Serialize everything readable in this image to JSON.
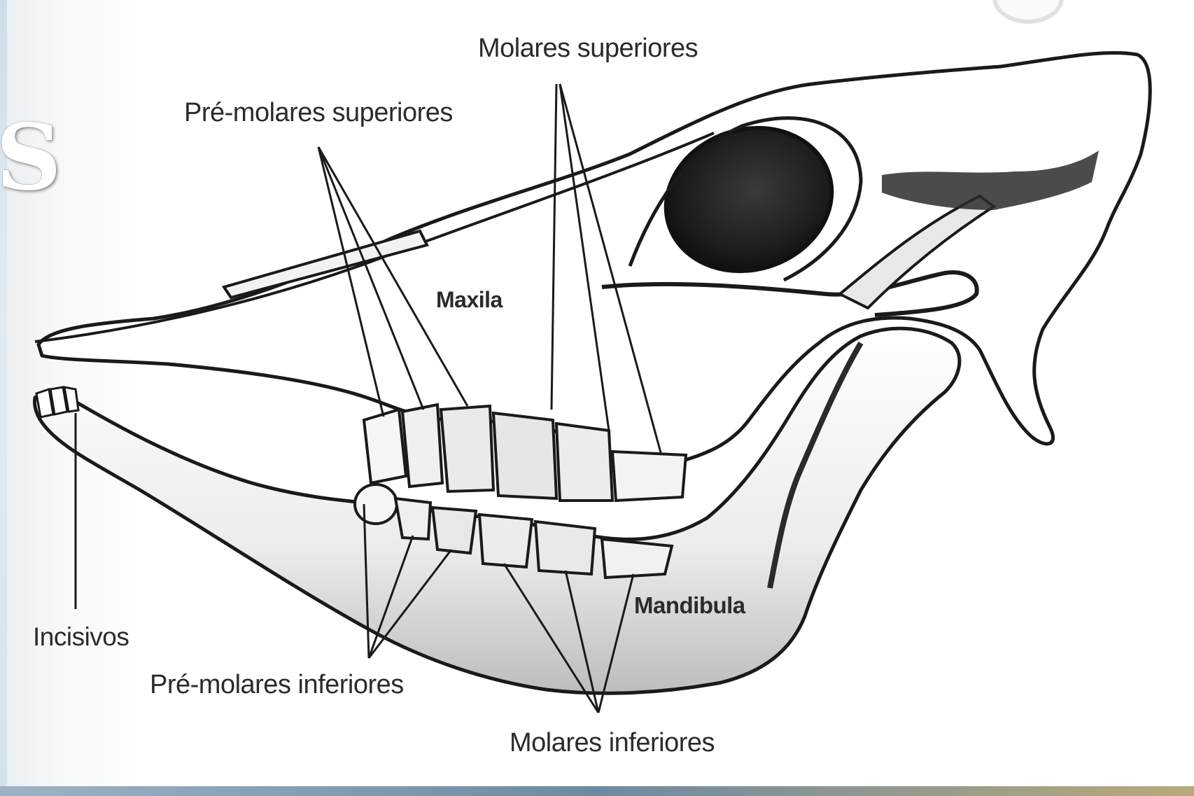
{
  "labels": {
    "molares_superiores": "Molares superiores",
    "pre_molares_superiores": "Pré-molares superiores",
    "maxila": "Maxila",
    "mandibula": "Mandibula",
    "incisivos": "Incisivos",
    "pre_molares_inferiores": "Pré-molares inferiores",
    "molares_inferiores": "Molares inferiores"
  },
  "slide_fragment": "S",
  "colors": {
    "ink": "#1a1a1a",
    "label": "#2b2b2b",
    "bone_shade": "#cfcfcf",
    "eye_socket": "#2a2a2a"
  }
}
